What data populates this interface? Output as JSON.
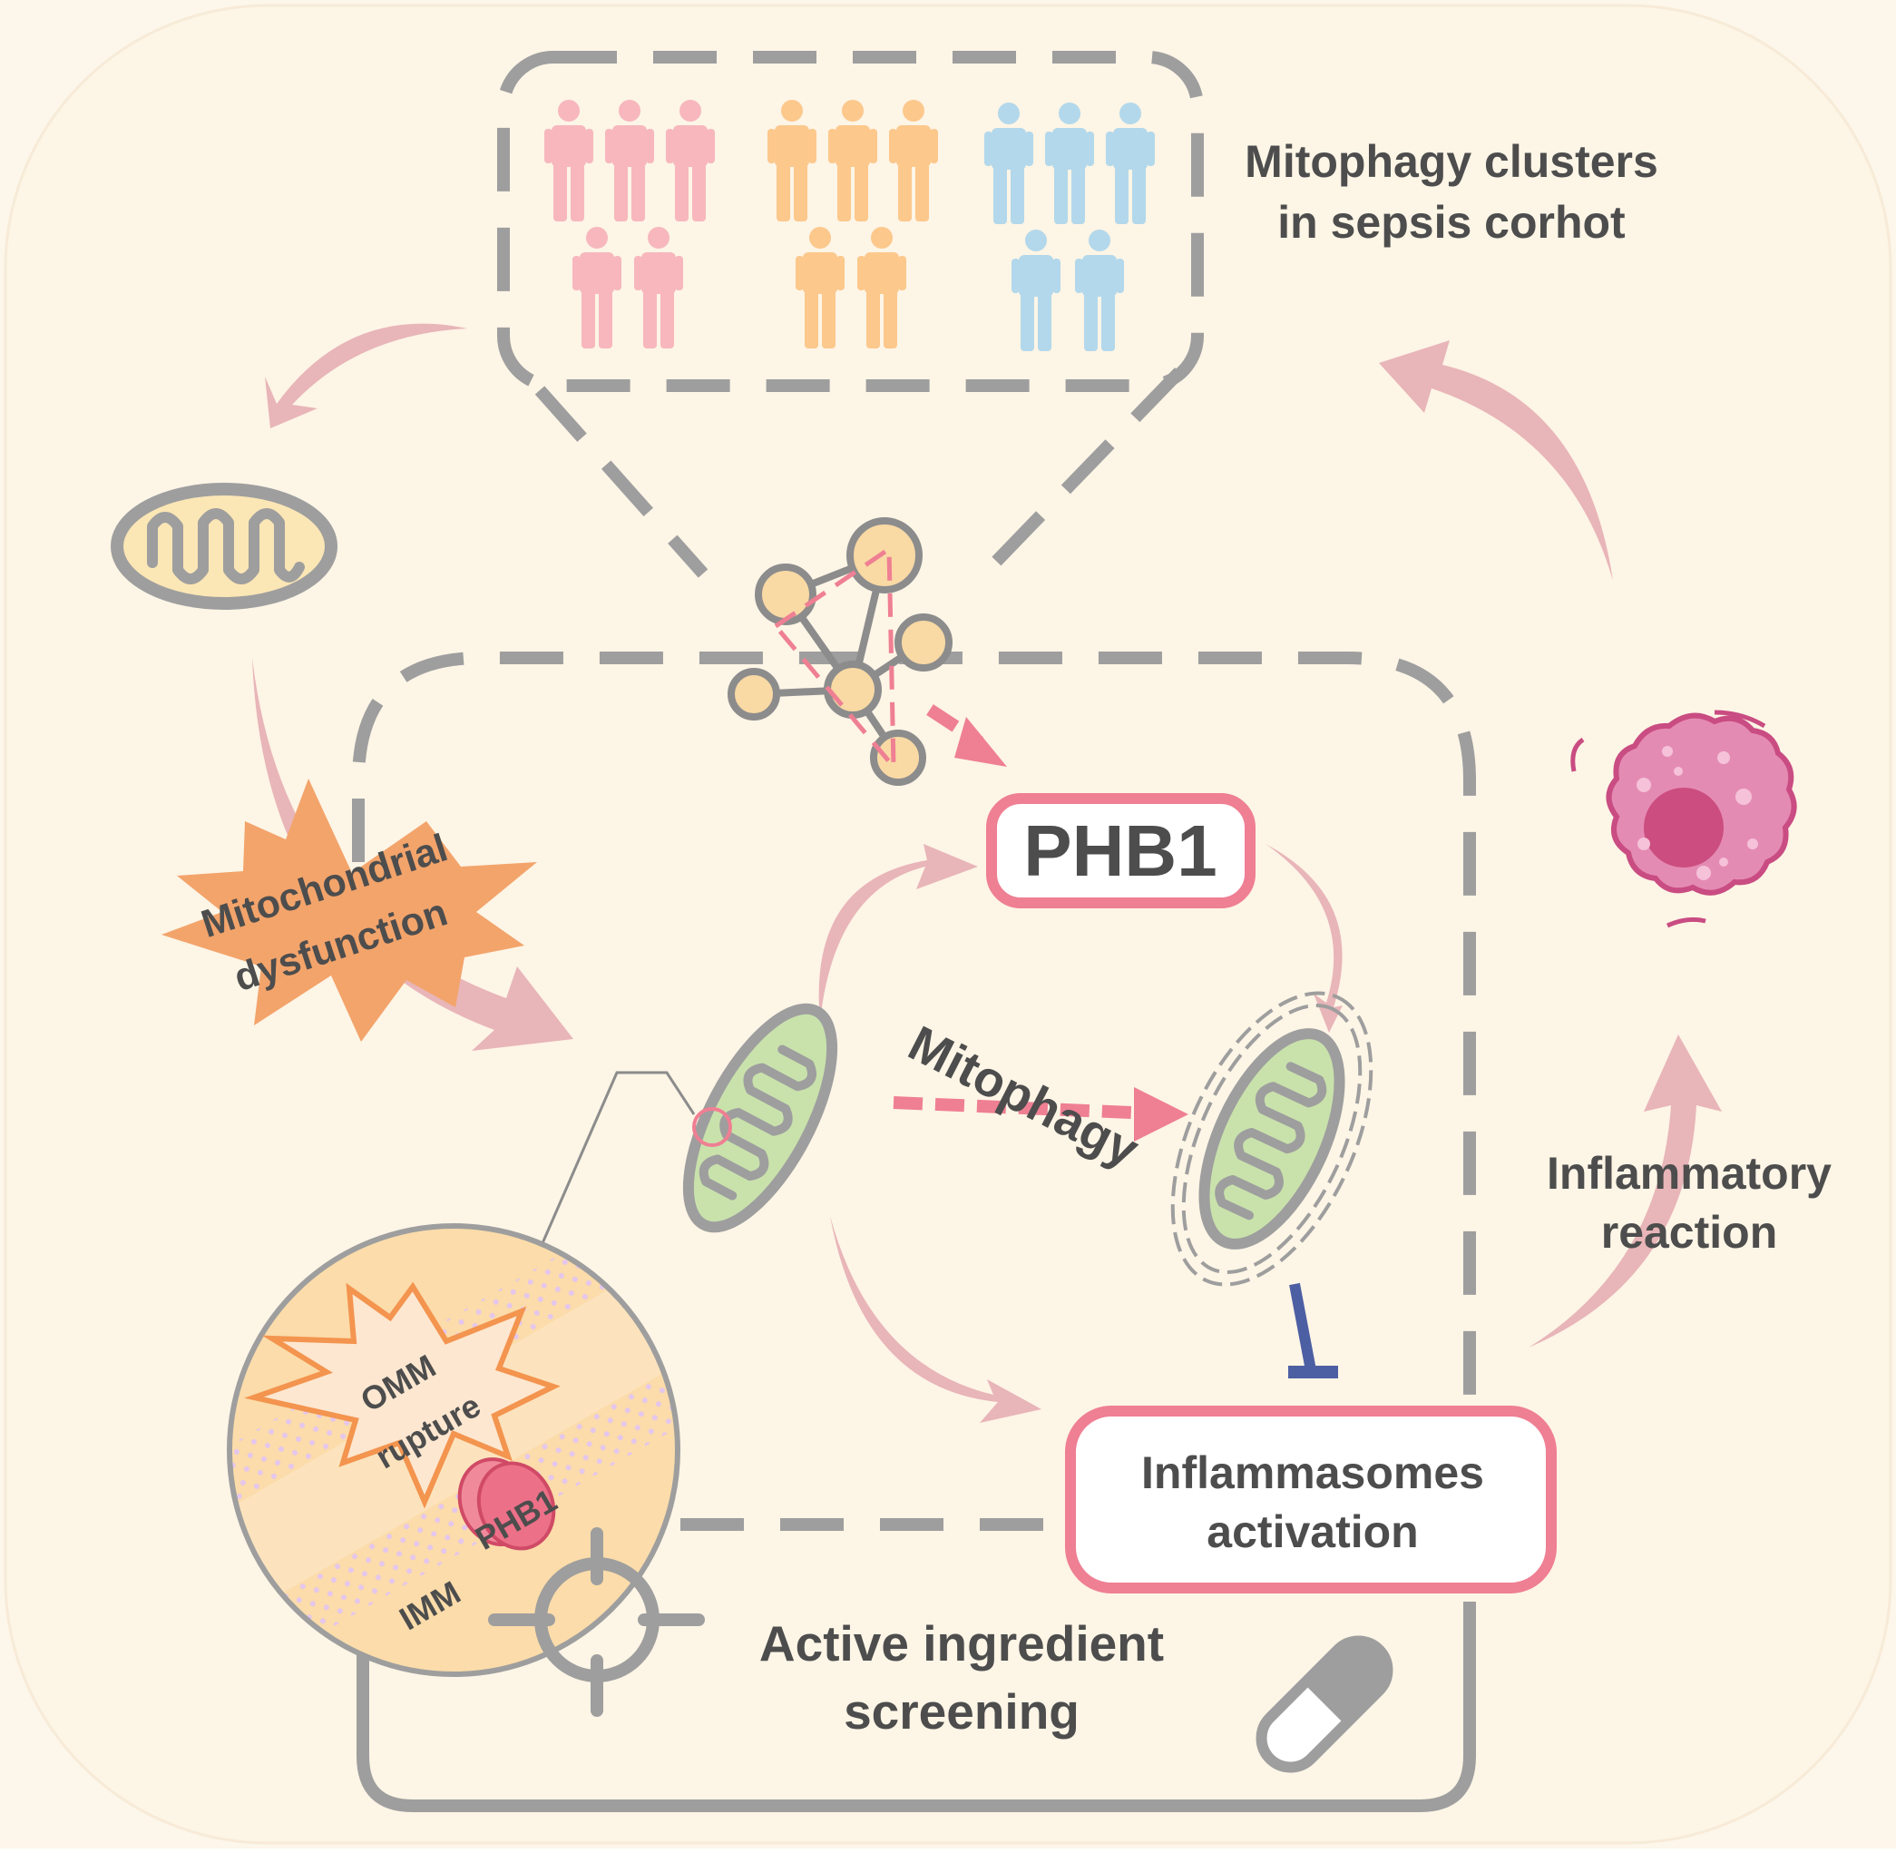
{
  "labels": {
    "clusters_line1": "Mitophagy clusters",
    "clusters_line2": "in sepsis corhot",
    "dysfunction_line1": "Mitochondrial",
    "dysfunction_line2": "dysfunction",
    "phb1": "PHB1",
    "mitophagy": "Mitophagy",
    "inflammatory_line1": "Inflammatory",
    "inflammatory_line2": "reaction",
    "inflammasomes_line1": "Inflammasomes",
    "inflammasomes_line2": "activation",
    "screening_line1": "Active ingredient",
    "screening_line2": "screening",
    "omm_line1": "OMM",
    "omm_line2": "rupture",
    "phb1_small": "PHB1",
    "imm": "IMM"
  },
  "colors": {
    "background": "#fdf6ea",
    "outer_panel": "#fdf5e6",
    "dash_gray": "#9e9e9e",
    "text_dark": "#4d4d4d",
    "cluster_pink": "#f7b7bd",
    "cluster_orange": "#fcc88c",
    "cluster_blue": "#b3d8eb",
    "arrow_pink": "#e8b5b8",
    "accent_pink": "#ef7f93",
    "mito_green": "#c9e2ac",
    "mito_yellow": "#fbe6b5",
    "burst_orange": "#f3a46b",
    "inhibit_blue": "#4d5fa3",
    "macrophage": "#e48bb4",
    "macrophage_nucleus": "#cc4d7f"
  }
}
